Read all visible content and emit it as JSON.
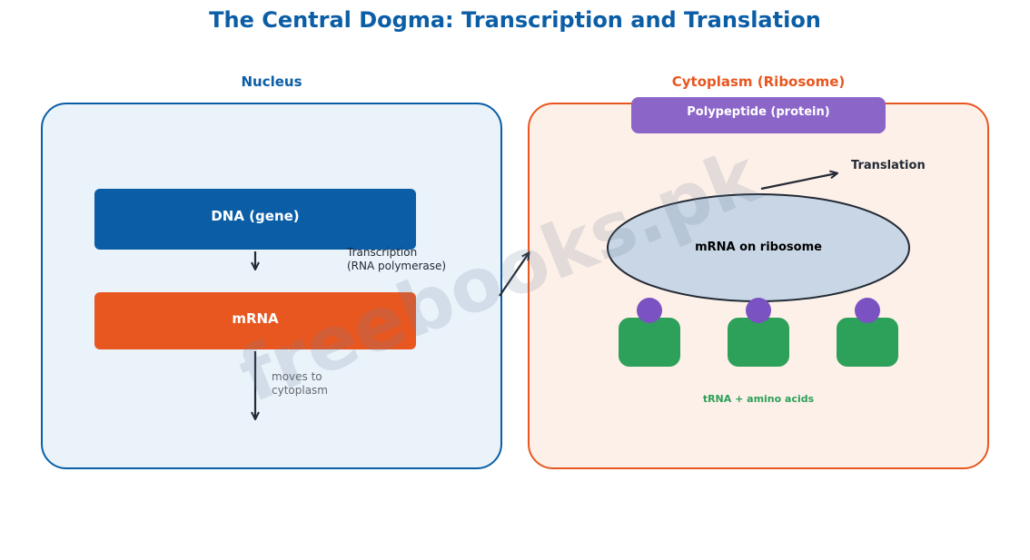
{
  "title": "The Central Dogma: Transcription and Translation",
  "nucleus": {
    "label": "Nucleus",
    "dna_label": "DNA (gene)",
    "mrna_label": "mRNA",
    "transcription_line1": "Transcription",
    "transcription_line2": "(RNA polymerase)",
    "moves_line1": "moves to",
    "moves_line2": "cytoplasm"
  },
  "cytoplasm": {
    "label": "Cytoplasm (Ribosome)",
    "polypeptide_label": "Polypeptide (protein)",
    "translation_label": "Translation",
    "ribosome_label": "mRNA on ribosome",
    "trna_label": "tRNA + amino acids"
  },
  "watermark": "freebooks.pk",
  "colors": {
    "title": "#0b5ea6",
    "nucleus_border": "#0b5ea6",
    "nucleus_fill": "#eaf2fa",
    "dna": "#0b5ea6",
    "mrna": "#e85720",
    "cytoplasm_border": "#e85720",
    "cytoplasm_fill": "#fdf0e8",
    "polypeptide": "#8b66c8",
    "ribosome_fill": "#c8d6e5",
    "trna": "#2da05a",
    "amino_acid": "#7b52c2",
    "trna_text": "#2da05a"
  }
}
